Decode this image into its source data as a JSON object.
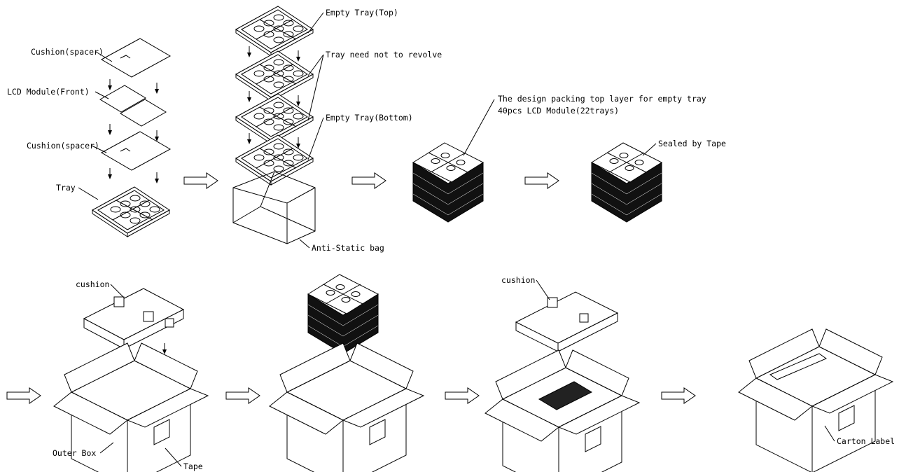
{
  "labels": {
    "cushion_spacer_top": "Cushion(spacer)",
    "lcd_module_front": "LCD Module(Front)",
    "cushion_spacer_bottom": "Cushion(spacer)",
    "tray": "Tray",
    "empty_tray_top": "Empty Tray(Top)",
    "tray_need_not_revolve": "Tray need not to revolve",
    "empty_tray_bottom": "Empty Tray(Bottom)",
    "anti_static_bag": "Anti-Static bag",
    "design_packing_line1": "The design packing top layer for empty tray",
    "design_packing_line2": "40pcs LCD Module(22trays)",
    "sealed_by_tape": "Sealed by Tape",
    "cushion_box1": "cushion",
    "cushion_box3": "cushion",
    "outer_box": "Outer Box",
    "tape": "Tape",
    "carton_label": "Carton Label"
  },
  "icons": {
    "step_arrow": "hollow-right-arrow-icon",
    "down_arrow": "down-arrow-icon",
    "tray": "tray-icon",
    "stack": "tray-stack-icon",
    "box": "carton-box-icon"
  }
}
